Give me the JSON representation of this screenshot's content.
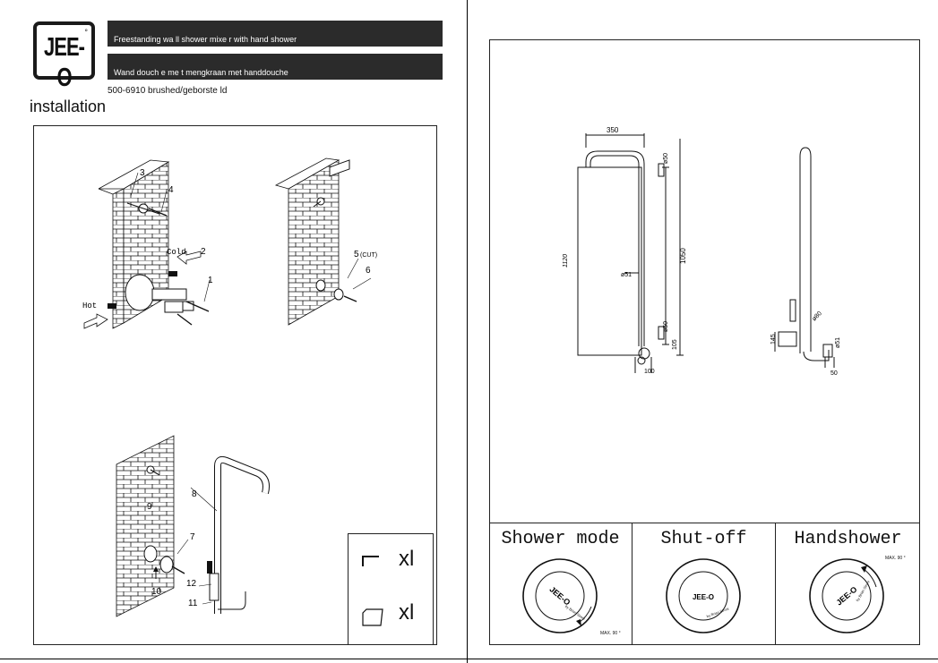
{
  "brand": {
    "logo": "JEE-O",
    "degree": "°"
  },
  "header": {
    "title_en": "Freestanding wa    ll shower   mixe r with hand   shower",
    "title_nl": "Wand douch   e  me t mengkraan    met   handdouche",
    "product_code": "500-6910 brushed/geborste  ld",
    "section": "installation"
  },
  "installation": {
    "step1_labels": {
      "n3": "3",
      "n4": "4",
      "cold": "Cold",
      "n2": "2",
      "n1": "1",
      "hot": "Hot"
    },
    "step2_labels": {
      "n5": "5",
      "cut": "(CUT)",
      "n6": "6"
    },
    "step3_labels": {
      "n8": "8",
      "n9": "9",
      "n7": "7",
      "n10": "10",
      "n12": "12",
      "n11": "11"
    },
    "parts": [
      {
        "icon": "hex-key-icon",
        "qty": "xl"
      },
      {
        "icon": "cloth-icon",
        "qty": "xl"
      }
    ]
  },
  "dimensions": {
    "width_top": "350",
    "d50_top": "ø50",
    "height_total": "1120",
    "height_1050": "1050",
    "d51": "ø51",
    "d50_bottom": "ø50",
    "h105": "105",
    "w100": "100",
    "h145": "145",
    "d80": "ø80",
    "d51_side": "ø51",
    "w50": "50"
  },
  "modes": [
    {
      "label": "Shower mode",
      "max": "MAX. 90 °",
      "arrow": "clockwise"
    },
    {
      "label": "Shut-off",
      "max": "",
      "arrow": "none"
    },
    {
      "label": "Handshower",
      "max": "MAX. 90 °",
      "arrow": "counterclockwise"
    }
  ],
  "knob": {
    "brand": "JEE-O",
    "by": "by Brian Sironi"
  }
}
